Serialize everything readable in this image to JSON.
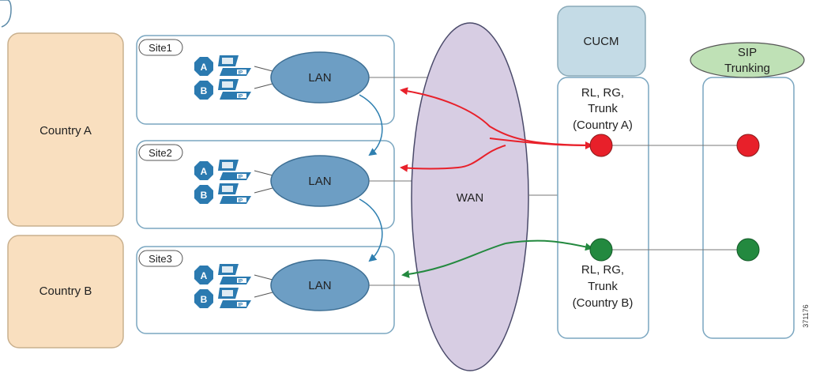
{
  "countries": [
    {
      "label": "Country A"
    },
    {
      "label": "Country B"
    }
  ],
  "sites": [
    {
      "label": "Site1",
      "lan_label": "LAN",
      "phones": [
        "A",
        "B"
      ]
    },
    {
      "label": "Site2",
      "lan_label": "LAN",
      "phones": [
        "A",
        "B"
      ]
    },
    {
      "label": "Site3",
      "lan_label": "LAN",
      "phones": [
        "A",
        "B"
      ]
    }
  ],
  "wan": {
    "label": "WAN"
  },
  "cucm": {
    "label": "CUCM",
    "route_a": [
      "RL, RG,",
      "Trunk",
      "(Country A)"
    ],
    "route_b": [
      "RL, RG,",
      "Trunk",
      "(Country B)"
    ]
  },
  "sip": {
    "label": [
      "SIP",
      "Trunking"
    ]
  },
  "figure_id": "371176",
  "colors": {
    "country_fill": "#f9dfbf",
    "site_border": "#7aa6c0",
    "lan_fill": "#6d9ec4",
    "wan_fill": "#d7cde3",
    "cucm_fill": "#c4dbe6",
    "sip_fill": "#bfe1b6",
    "red": "#e8202a",
    "green": "#23893f",
    "connector": "#2e7fb0",
    "phone": "#2b7ab0"
  }
}
